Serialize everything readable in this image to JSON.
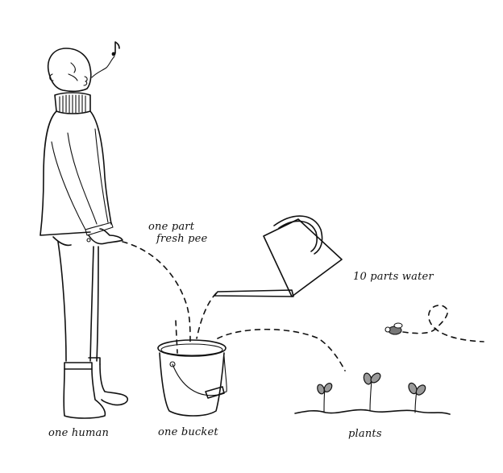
{
  "illustration": {
    "background": "#ffffff",
    "ink_color": "#111111",
    "leaf_fill": "#9a9a9a"
  },
  "labels": {
    "pee_line1": "one part",
    "pee_line2": "fresh pee",
    "water": "10 parts water",
    "human": "one human",
    "bucket": "one bucket",
    "plants": "plants"
  },
  "icons": {
    "music_note": "♪"
  }
}
